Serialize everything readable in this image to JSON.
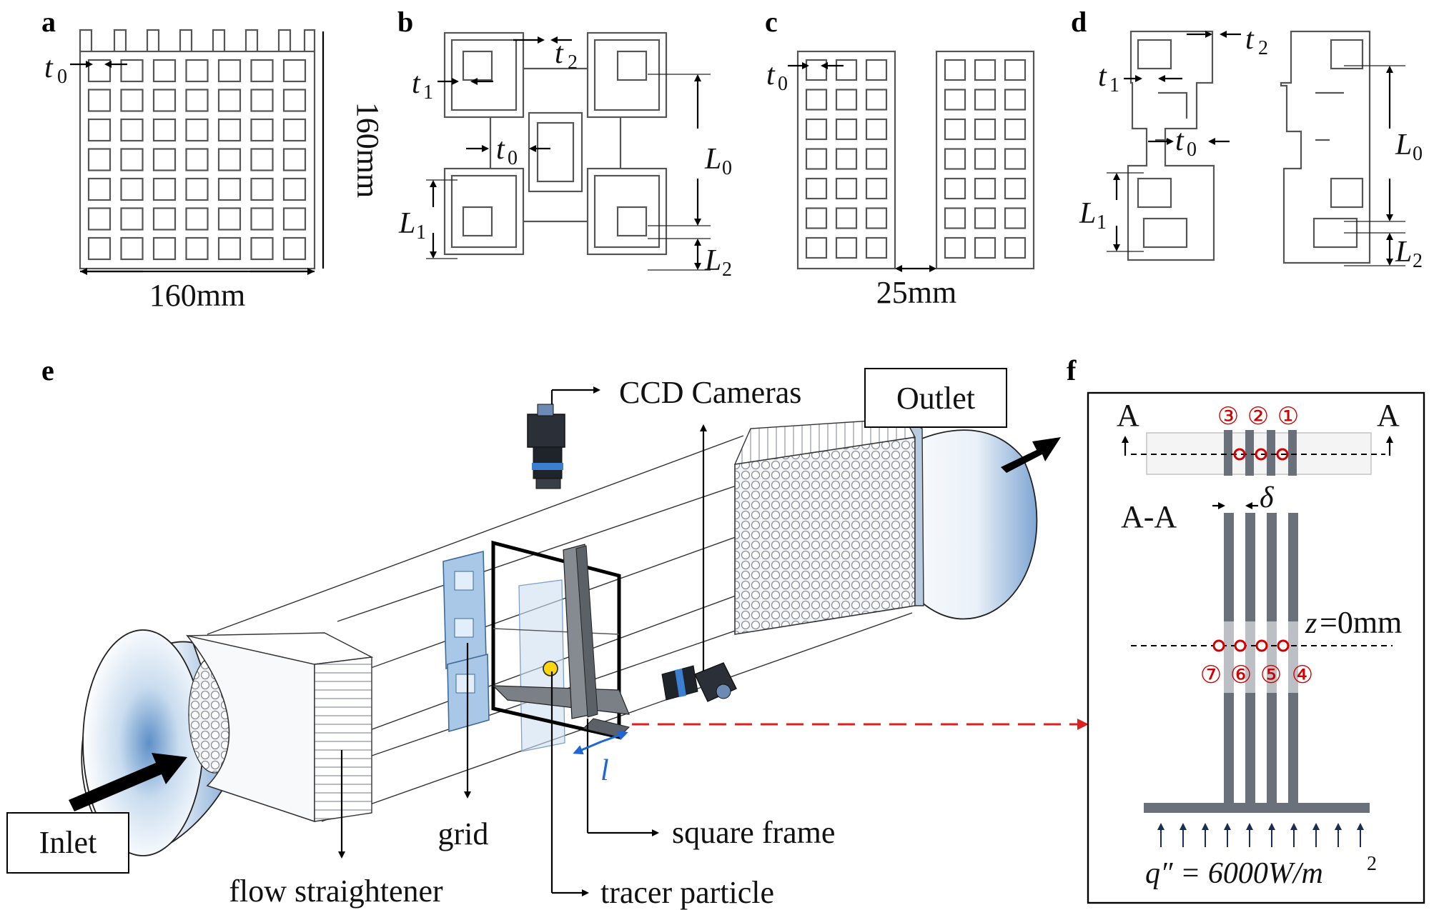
{
  "panels": {
    "a": {
      "letter": "a",
      "t0": "t",
      "t0_sub": "0",
      "width": "160mm",
      "height": "160mm"
    },
    "b": {
      "letter": "b",
      "t0": "t",
      "t0_sub": "0",
      "t1": "t",
      "t1_sub": "1",
      "t2": "t",
      "t2_sub": "2",
      "L0": "L",
      "L0_sub": "0",
      "L1": "L",
      "L1_sub": "1",
      "L2": "L",
      "L2_sub": "2"
    },
    "c": {
      "letter": "c",
      "t0": "t",
      "t0_sub": "0",
      "gap": "25mm"
    },
    "d": {
      "letter": "d",
      "t0": "t",
      "t0_sub": "0",
      "t1": "t",
      "t1_sub": "1",
      "t2": "t",
      "t2_sub": "2",
      "L0": "L",
      "L0_sub": "0",
      "L1": "L",
      "L1_sub": "1",
      "L2": "L",
      "L2_sub": "2"
    },
    "e": {
      "letter": "e",
      "ccd": "CCD Cameras",
      "outlet": "Outlet",
      "inlet": "Inlet",
      "grid": "grid",
      "flow_straightener": "flow straightener",
      "square_frame": "square frame",
      "tracer_particle": "tracer particle",
      "l": "l"
    },
    "f": {
      "letter": "f",
      "section_left": "A",
      "section_right": "A",
      "section_view": "A-A",
      "delta": "δ",
      "z_label": "z",
      "z_value": "=0mm",
      "heat_flux": "q″ = 6000W/m",
      "heat_flux_sup": "2",
      "top_points": [
        "③",
        "②",
        "①"
      ],
      "mid_points": [
        "⑦",
        "⑥",
        "⑤",
        "④"
      ]
    }
  },
  "colors": {
    "accent_red": "#d00000",
    "accent_blue": "#1f66d6",
    "rod_gray": "#6b717a"
  }
}
